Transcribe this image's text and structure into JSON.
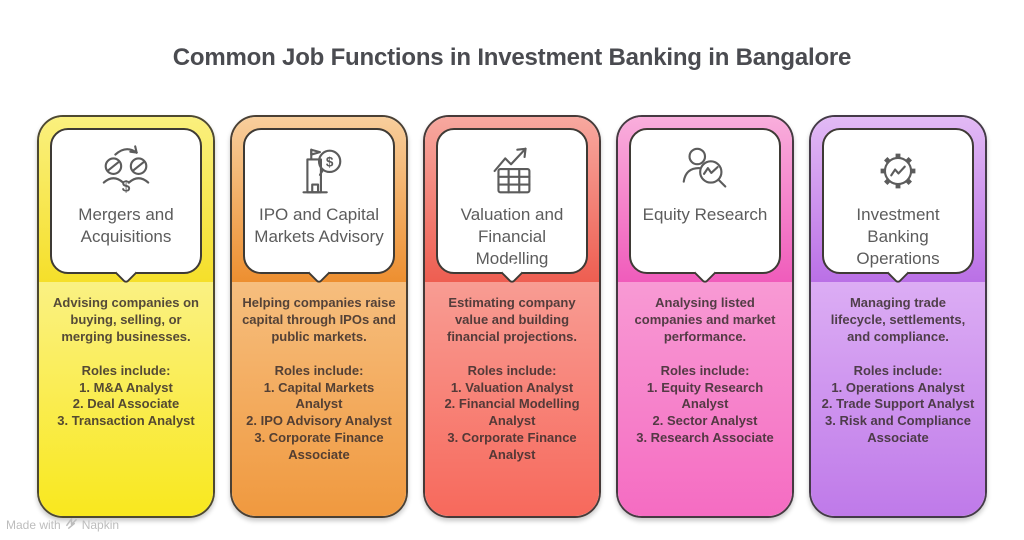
{
  "page": {
    "title": "Common Job Functions in Investment Banking in Bangalore"
  },
  "watermark": {
    "prefix": "Made with",
    "brand": "Napkin"
  },
  "icon_stroke_color": "#5c5c5c",
  "cards": [
    {
      "icon": "people-exchange-dollar-icon",
      "title": "Mergers and Acquisitions",
      "description": "Advising companies on buying, selling, or merging businesses.",
      "roles_label": "Roles include:",
      "roles": [
        "1. M&A Analyst",
        "2. Deal Associate",
        "3. Transaction Analyst"
      ],
      "colors": {
        "header_top": "#faf07e",
        "header_bottom": "#f5df2a",
        "body_top": "#faf183",
        "body_bottom": "#f9e81e",
        "border": "#4e4930"
      }
    },
    {
      "icon": "building-dollar-bubble-icon",
      "title": "IPO and Capital Markets Advisory",
      "description": "Helping companies raise capital through IPOs and public markets.",
      "roles_label": "Roles include:",
      "roles": [
        "1. Capital Markets Analyst",
        "2. IPO Advisory Analyst",
        "3. Corporate Finance Associate"
      ],
      "colors": {
        "header_top": "#f8ce9c",
        "header_bottom": "#ed8f30",
        "body_top": "#f6be7e",
        "body_bottom": "#f0993f",
        "border": "#4a4034"
      }
    },
    {
      "icon": "spreadsheet-growth-arrow-icon",
      "title": "Valuation and Financial Modelling",
      "description": "Estimating company value and building financial projections.",
      "roles_label": "Roles include:",
      "roles": [
        "1. Valuation Analyst",
        "2. Financial Modelling Analyst",
        "3. Corporate Finance Analyst"
      ],
      "colors": {
        "header_top": "#f7a89f",
        "header_bottom": "#ee5e51",
        "body_top": "#f89c93",
        "body_bottom": "#f7695c",
        "border": "#463a38"
      }
    },
    {
      "icon": "person-magnifier-chart-icon",
      "title": "Equity Research",
      "description": "Analysing listed companies and market performance.",
      "roles_label": "Roles include:",
      "roles": [
        "1. Equity Research Analyst",
        "2. Sector Analyst",
        "3. Research Associate"
      ],
      "colors": {
        "header_top": "#f9aedc",
        "header_bottom": "#f05cbb",
        "body_top": "#f89ad4",
        "body_bottom": "#f56cc2",
        "border": "#463a42"
      }
    },
    {
      "icon": "gear-chart-icon",
      "title": "Investment Banking Operations",
      "description": "Managing trade lifecycle, settlements, and compliance.",
      "roles_label": "Roles include:",
      "roles": [
        "1. Operations Analyst",
        "2. Trade Support Analyst",
        "3. Risk and Compliance Associate"
      ],
      "colors": {
        "header_top": "#e2baf5",
        "header_bottom": "#ba70e6",
        "body_top": "#dcadf4",
        "body_bottom": "#bf7ae9",
        "border": "#443a48"
      }
    }
  ]
}
